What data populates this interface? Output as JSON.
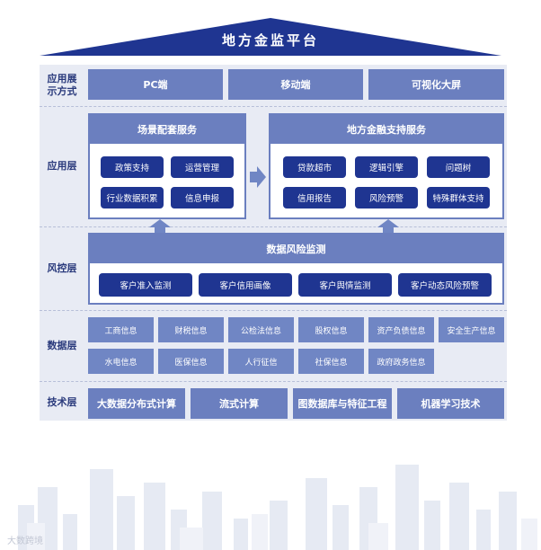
{
  "platform": {
    "title": "地方金监平台"
  },
  "layers": {
    "display": {
      "label": "应用展示方式",
      "items": [
        "PC端",
        "移动端",
        "可视化大屏"
      ]
    },
    "application": {
      "label": "应用层",
      "left_panel": {
        "title": "场景配套服务",
        "items": [
          "政策支持",
          "运营管理",
          "行业数据积累",
          "信息申报"
        ]
      },
      "right_panel": {
        "title": "地方金融支持服务",
        "items": [
          "贷款超市",
          "逻辑引擎",
          "问题树",
          "信用报告",
          "风险预警",
          "特殊群体支持"
        ]
      }
    },
    "risk": {
      "label": "风控层",
      "title": "数据风险监测",
      "items": [
        "客户准入监测",
        "客户信用画像",
        "客户舆情监测",
        "客户动态风险预警"
      ]
    },
    "data": {
      "label": "数据层",
      "row1": [
        "工商信息",
        "财税信息",
        "公检法信息",
        "股权信息",
        "资产负债信息",
        "安全生产信息"
      ],
      "row2": [
        "水电信息",
        "医保信息",
        "人行征信",
        "社保信息",
        "政府政务信息"
      ]
    },
    "tech": {
      "label": "技术层",
      "items": [
        "大数据分布式计算",
        "流式计算",
        "图数据库与特征工程",
        "机器学习技术"
      ]
    }
  },
  "watermark": "大数跨境",
  "colors": {
    "primary": "#1f3591",
    "accent": "#6b7fbf",
    "light": "#e8ebf4"
  }
}
